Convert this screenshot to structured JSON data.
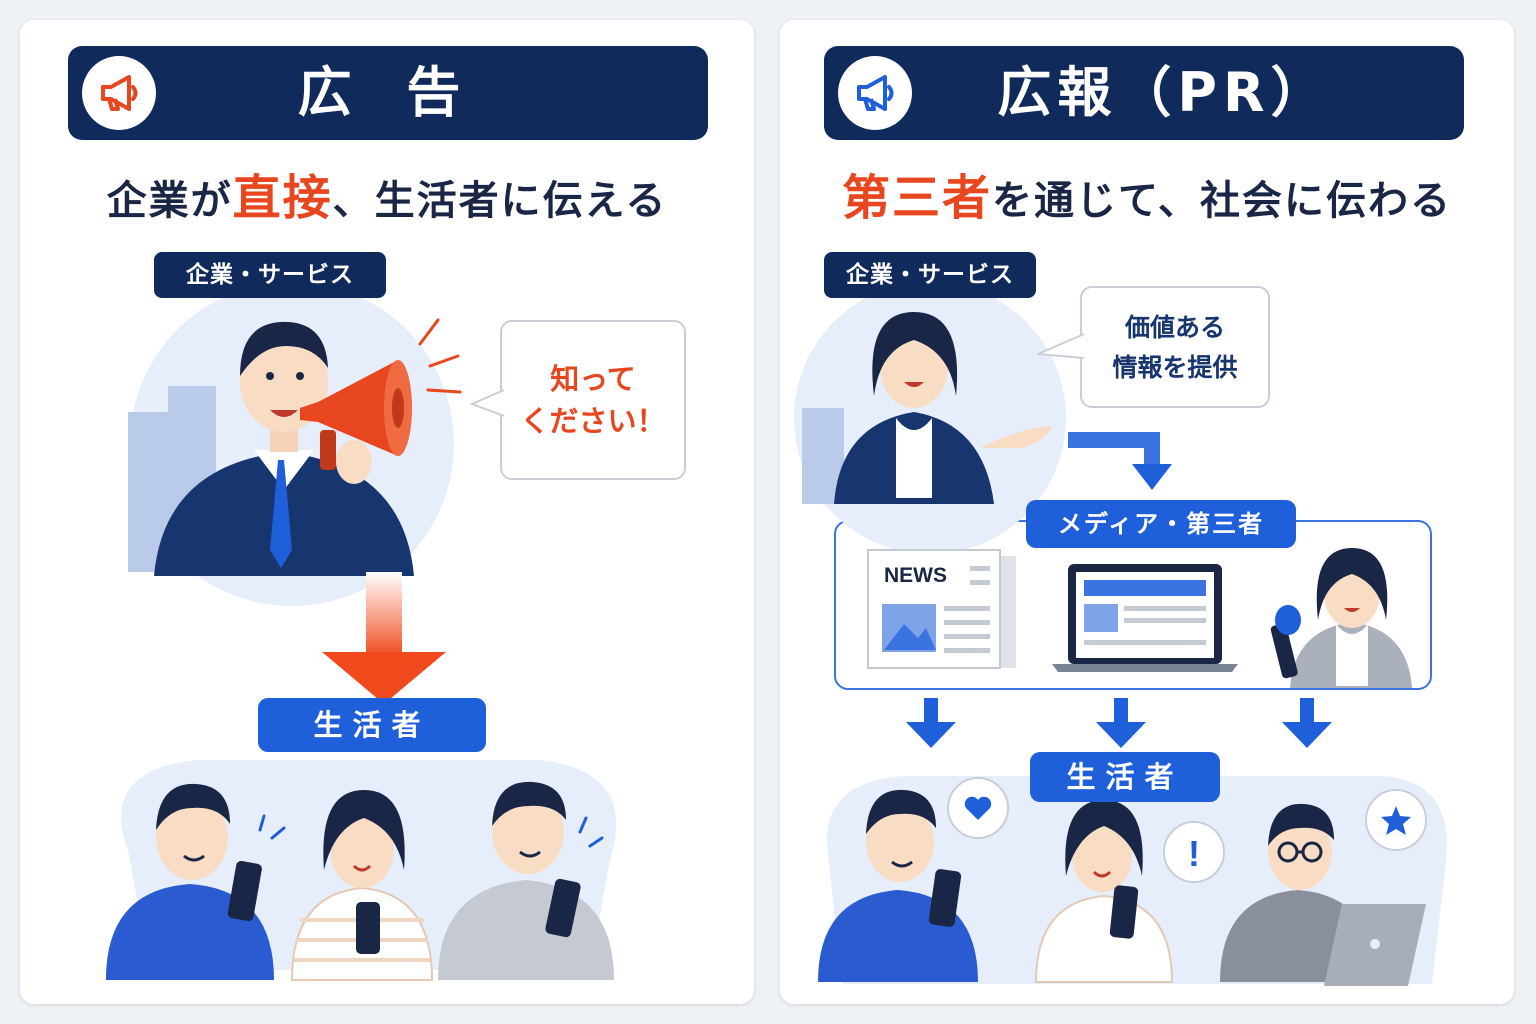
{
  "colors": {
    "navy": "#102a5c",
    "accent": "#e8461e",
    "blue": "#1f5fd9",
    "text": "#1a2646"
  },
  "left": {
    "title": "広 告",
    "icon": "megaphone-icon",
    "subtitle": {
      "before": "企業が",
      "accent": "直接",
      "after": "、生活者に伝える"
    },
    "company_label": "企業・サービス",
    "speech_line1": "知って",
    "speech_line2": "ください！",
    "consumer_label": "生活者"
  },
  "right": {
    "title": "広報（PR）",
    "icon": "megaphone-icon",
    "subtitle": {
      "accent": "第三者",
      "after": "を通じて、社会に伝わる"
    },
    "company_label": "企業・サービス",
    "speech_line1": "価値ある",
    "speech_line2": "情報を提供",
    "media_label": "メディア・第三者",
    "news_label": "NEWS",
    "consumer_label": "生活者",
    "reactions": [
      "heart-icon",
      "exclamation-icon",
      "star-icon"
    ],
    "exclamation": "!"
  }
}
